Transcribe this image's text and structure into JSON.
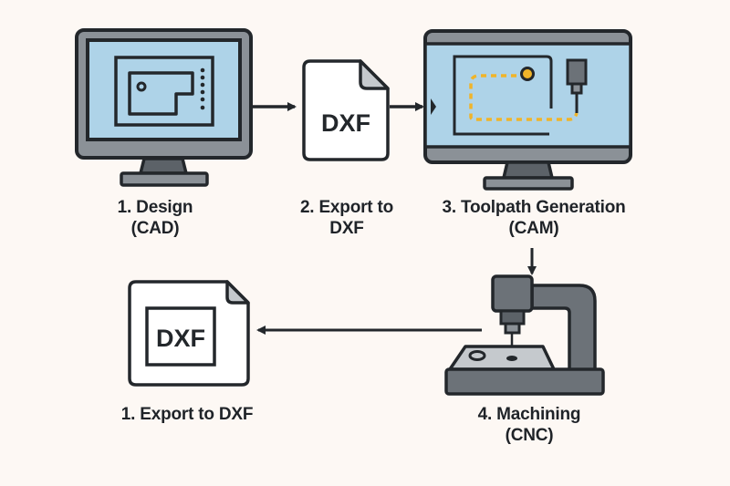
{
  "colors": {
    "background": "#fdf8f4",
    "outline": "#23272b",
    "screen": "#aed3e8",
    "bezel": "#8b9197",
    "machine_gray": "#6c7278",
    "toolpath": "#f0b429",
    "paper": "#ffffff",
    "fold": "#c5c9cd"
  },
  "steps": [
    {
      "id": "design",
      "line1": "1. Design",
      "line2": "(CAD)",
      "icon": "monitor-cad-icon"
    },
    {
      "id": "export",
      "line1": "2. Export to",
      "line2": "DXF",
      "icon": "dxf-file-icon"
    },
    {
      "id": "toolpath",
      "line1": "3. Toolpath Generation",
      "line2": "(CAM)",
      "icon": "monitor-cam-icon"
    },
    {
      "id": "machining",
      "line1": "4. Machining",
      "line2": "(CNC)",
      "icon": "cnc-machine-icon"
    },
    {
      "id": "export-final",
      "line1": "1. Export to DXF",
      "line2": "",
      "icon": "dxf-file-framed-icon"
    }
  ],
  "file_labels": {
    "top": "DXF",
    "bottom": "DXF"
  }
}
